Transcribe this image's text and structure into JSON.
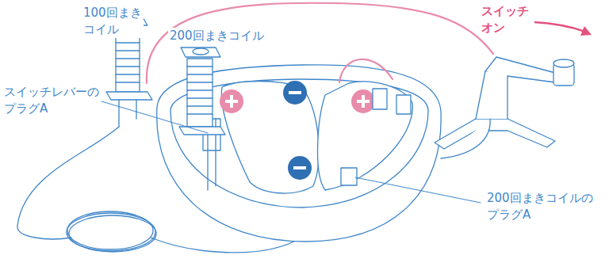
{
  "diagram": {
    "labels": [
      "100回まき コイル",
      "200回まきコイル",
      "スイッチ オン",
      "スイッチレバーの プラグA",
      "200回まきコイルの プラグA"
    ]
  }
}
